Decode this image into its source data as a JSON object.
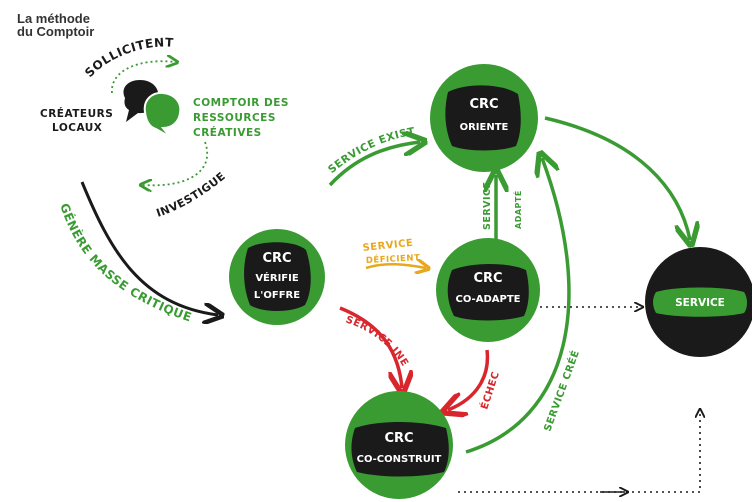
{
  "header": {
    "title_line1": "La méthode",
    "title_line2": "du Comptoir"
  },
  "top_cycle": {
    "left_label_1": "CRÉATEURS",
    "left_label_2": "LOCAUX",
    "right_label_1": "COMPTOIR DES",
    "right_label_2": "RESSOURCES",
    "right_label_3": "CRÉATIVES",
    "top_arrow": "SOLLICITENT",
    "bottom_arrow": "INVESTIGUE"
  },
  "nodes": {
    "verifie": {
      "title": "CRC",
      "line1": "VÉRIFIE",
      "line2": "L'OFFRE"
    },
    "oriente": {
      "title": "CRC",
      "line1": "ORIENTE"
    },
    "coadapte": {
      "title": "CRC",
      "line1": "CO-ADAPTE"
    },
    "coconstruit": {
      "title": "CRC",
      "line1": "CO-CONSTRUIT"
    },
    "service": {
      "line1": "SERVICE"
    }
  },
  "edges": {
    "genere_1": "GÉNÈRE MASSE",
    "genere_2": "CRITIQUE",
    "existant_1": "SERVICE",
    "existant_2": "EXISTANT",
    "deficient_1": "SERVICE",
    "deficient_2": "DÉFICIENT",
    "inexistant_1": "SERVICE",
    "inexistant_2": "INEXISTANT",
    "adapte_1": "SERVICE",
    "adapte_2": "ADAPTÉ",
    "echec": "ÉCHEC",
    "cree": "SERVICE CRÉÉ"
  },
  "colors": {
    "green": "#3a9b33",
    "black": "#1a1a1a",
    "yellow": "#e8a81e",
    "red": "#d9262c"
  }
}
